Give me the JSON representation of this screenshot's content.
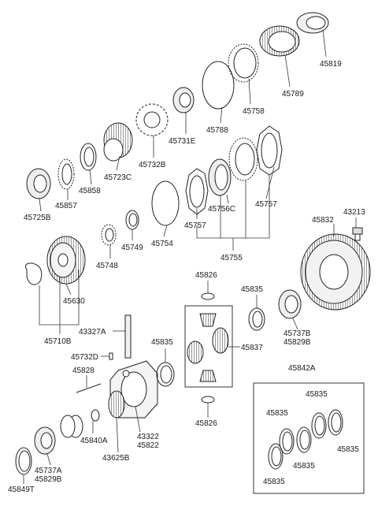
{
  "diagram": {
    "labels": {
      "p45819": "45819",
      "p45789": "45789",
      "p45758": "45758",
      "p45788": "45788",
      "p45731E": "45731E",
      "p45732B": "45732B",
      "p45723C": "45723C",
      "p45858": "45858",
      "p45857": "45857",
      "p45725B": "45725B",
      "p45756C": "45756C",
      "p45757a": "45757",
      "p45757b": "45757",
      "p45755": "45755",
      "p45754": "45754",
      "p45749": "45749",
      "p45748": "45748",
      "p45630": "45630",
      "p45710B": "45710B",
      "p43327A": "43327A",
      "p45732D": "45732D",
      "p45828": "45828",
      "p45835a": "45835",
      "p45840A": "45840A",
      "p43322": "43322",
      "p45822": "45822",
      "p43625B": "43625B",
      "p45737A": "45737A",
      "p45829B_a": "45829B",
      "p45849T": "45849T",
      "p45832": "45832",
      "p43213": "43213",
      "p45826a": "45826",
      "p45835b": "45835",
      "p45737B": "45737B",
      "p45829B_b": "45829B",
      "p45837": "45837",
      "p45826b": "45826",
      "p45842A": "45842A",
      "p45835c": "45835",
      "p45835d": "45835",
      "p45835e": "45835",
      "p45835f": "45835",
      "p45835g": "45835"
    }
  }
}
